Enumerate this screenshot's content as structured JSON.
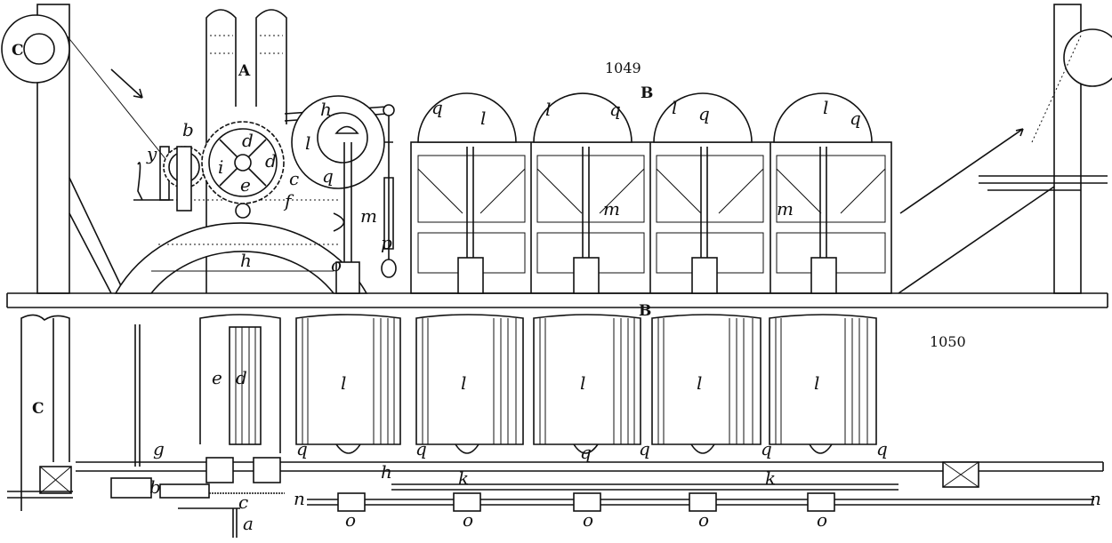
{
  "figures": [
    {
      "number": "1049",
      "labels": {
        "C": "C",
        "A": "A",
        "B": "B",
        "b": "b",
        "y": "y",
        "d1": "d",
        "d2": "d",
        "i": "i",
        "e": "e",
        "c": "c",
        "h_top": "h",
        "h_arch": "h",
        "f": "f",
        "l": "l",
        "q": "q",
        "m": "m",
        "o": "o",
        "p": "p",
        "l1": "l",
        "q1": "q",
        "l2": "l",
        "q2": "q",
        "l3": "l",
        "q3": "q",
        "l4": "l",
        "q4": "q",
        "m1": "m",
        "m2": "m"
      }
    },
    {
      "number": "1050",
      "labels": {
        "B": "B",
        "C": "C",
        "e": "e",
        "d": "d",
        "g": "g",
        "b": "b",
        "c": "c",
        "a": "a",
        "h": "h",
        "k1": "k",
        "k2": "k",
        "n1": "n",
        "n2": "n",
        "l": [
          "l",
          "l",
          "l",
          "l",
          "l"
        ],
        "o": [
          "o",
          "o",
          "o",
          "o",
          "o"
        ],
        "q": [
          "q",
          "q",
          "q",
          "q",
          "q",
          "q"
        ]
      }
    }
  ]
}
